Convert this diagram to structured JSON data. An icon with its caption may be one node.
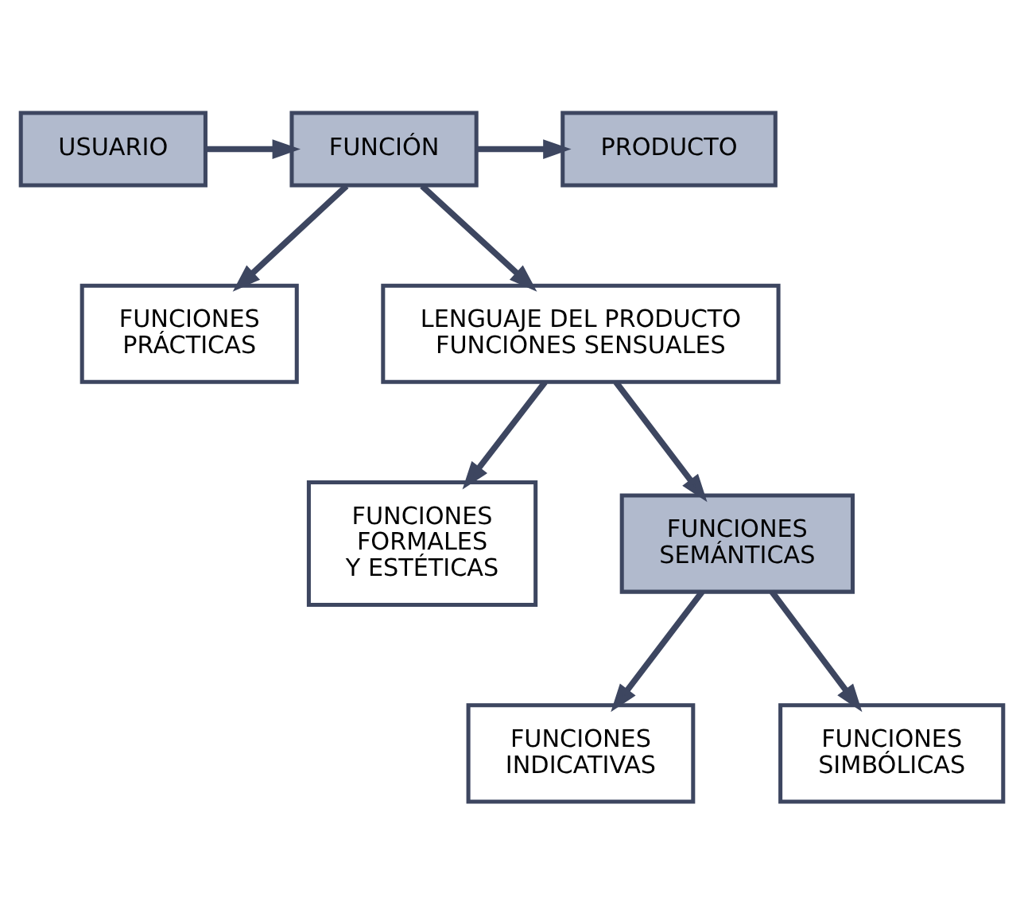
{
  "diagram": {
    "nodes": [
      {
        "text": [
          "USUARIO"
        ]
      },
      {
        "text": [
          "FUNCIÓN"
        ]
      },
      {
        "text": [
          "PRODUCTO"
        ]
      },
      {
        "text": [
          "FUNCIONES PRÁCTICAS"
        ]
      },
      {
        "text": [
          "LENGUAJE DEL PRODUCTO FUNCIONES SENSUALES"
        ]
      },
      {
        "text": [
          "FUNCIONES FORMALES Y ESTÉTICAS"
        ]
      },
      {
        "text": [
          "FUNCIONES SEMÁNTICAS"
        ]
      },
      {
        "text": [
          "FUNCIONES INDICATIVAS"
        ]
      },
      {
        "text": [
          "FUNCIONES SIMBÓLICAS"
        ]
      }
    ],
    "edges": [
      {
        "from": 0,
        "to": 1,
        "arrow": "to"
      },
      {
        "from": 1,
        "to": 2,
        "arrow": "to"
      },
      {
        "from": 1,
        "to": 3,
        "arrow": "to"
      },
      {
        "from": 1,
        "to": 4,
        "arrow": "to"
      },
      {
        "from": 4,
        "to": 5,
        "arrow": "to"
      },
      {
        "from": 4,
        "to": 6,
        "arrow": "to"
      },
      {
        "from": 6,
        "to": 7,
        "arrow": "to"
      },
      {
        "from": 6,
        "to": 8,
        "arrow": "to"
      }
    ]
  }
}
